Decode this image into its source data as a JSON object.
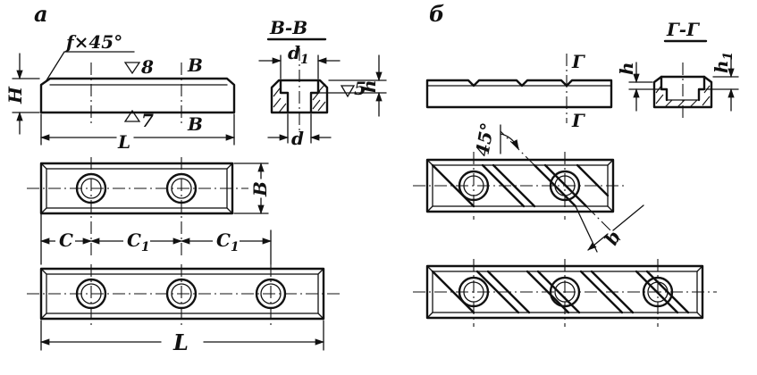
{
  "labels": {
    "view_a": "а",
    "view_b": "б",
    "section_bb": "В-В",
    "section_gg": "Г-Г",
    "chamfer": "f×45°",
    "dim_H": "H",
    "dim_L_top": "L",
    "rough_top": "8",
    "rough_bottom": "7",
    "cut_B_top": "В",
    "cut_B_bottom": "В",
    "dim_d1": "d",
    "dim_d1_sub": "1",
    "rough_side": "5",
    "dim_h_bb": "h",
    "dim_d": "d",
    "cut_G_top": "Г",
    "cut_G_bottom": "Г",
    "dim_h_gg": "h",
    "dim_h1": "h",
    "dim_h1_sub": "1",
    "angle_45": "45°",
    "dim_B": "B",
    "dim_C": "C",
    "dim_C1_a": "C",
    "dim_C1_a_sub": "1",
    "dim_C1_b": "C",
    "dim_C1_b_sub": "1",
    "dim_b": "b",
    "dim_L_bottom": "L"
  }
}
